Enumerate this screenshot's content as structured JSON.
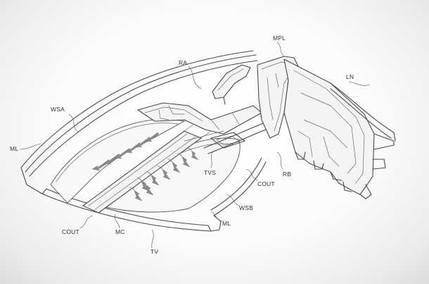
{
  "labels": {
    "mpl": "MPL",
    "ra": "RA",
    "ln": "LN",
    "wsa": "WSA",
    "ml_left": "ML",
    "tvs": "TVS",
    "rb": "RB",
    "cout_right": "COUT",
    "wsb": "WSB",
    "ml_bottom": "ML",
    "cout_left": "COUT",
    "mc": "MC",
    "tv": "TV"
  },
  "colors": {
    "line": "#4a4a4a",
    "arrow": "#8a8a8a",
    "background": "#ffffff"
  }
}
